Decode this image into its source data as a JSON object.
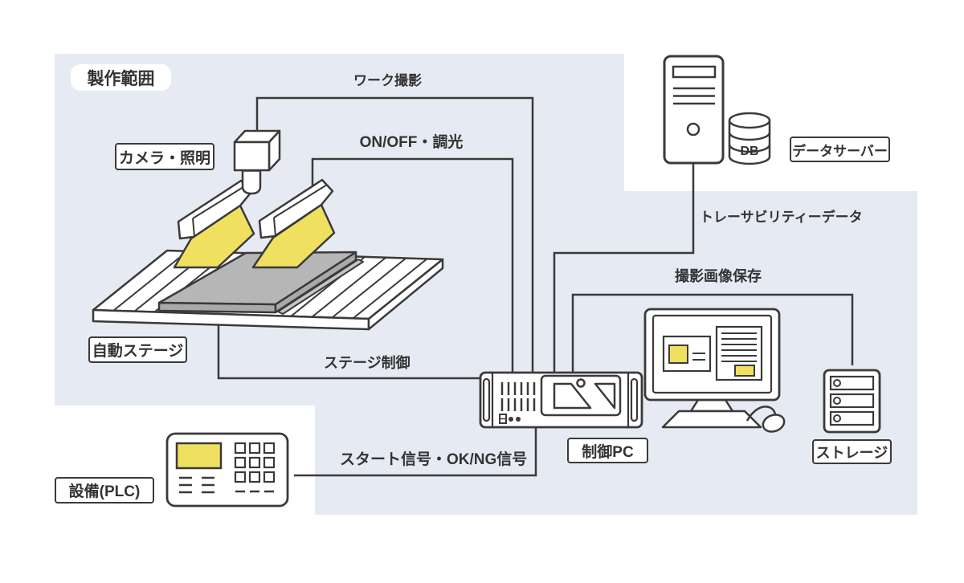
{
  "colors": {
    "background": "#ffffff",
    "panel_blue": "#e6eaf2",
    "stroke": "#3a3a3a",
    "accent_yellow": "#f0e060",
    "stage_gray": "#b6b6b6"
  },
  "scope": {
    "label": "製作範囲"
  },
  "nodes": {
    "camera_light": {
      "label": "カメラ・照明"
    },
    "auto_stage": {
      "label": "自動ステージ"
    },
    "equipment_plc": {
      "label": "設備(PLC)"
    },
    "control_pc": {
      "label": "制御PC"
    },
    "storage": {
      "label": "ストレージ"
    },
    "data_server": {
      "label": "データサーバー"
    },
    "database": {
      "label": "DB"
    }
  },
  "connections": {
    "work_capture": {
      "label": "ワーク撮影"
    },
    "on_off_dimming": {
      "label": "ON/OFF・調光"
    },
    "stage_control": {
      "label": "ステージ制御"
    },
    "start_ok_ng": {
      "label": "スタート信号・OK/NG信号"
    },
    "traceability": {
      "label": "トレーサビリティーデータ"
    },
    "image_save": {
      "label": "撮影画像保存"
    }
  }
}
